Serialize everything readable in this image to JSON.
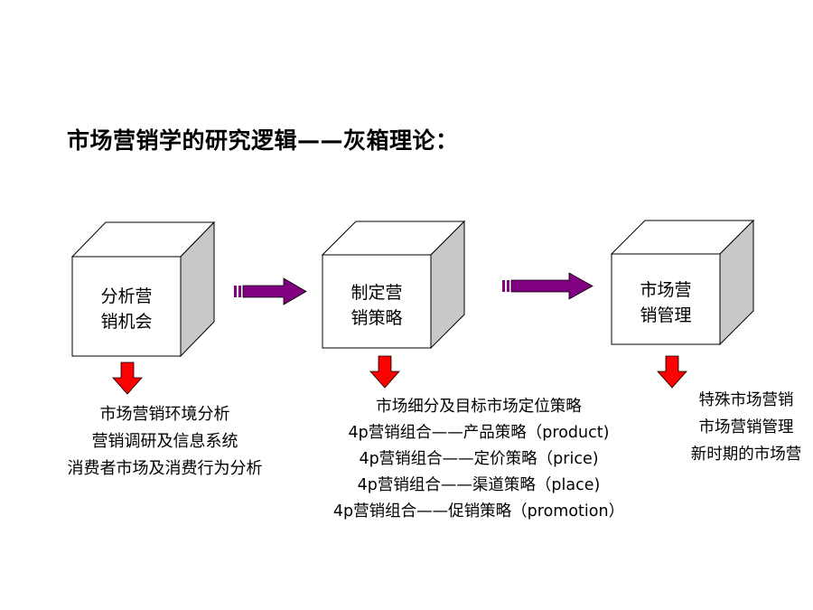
{
  "title": "市场营销学的研究逻辑——灰箱理论：",
  "colors": {
    "cube_front": "#ffffff",
    "cube_side": "#c8c8c8",
    "cube_stroke": "#000000",
    "right_arrow": "#800080",
    "down_arrow": "#ff0000"
  },
  "steps": [
    {
      "label_lines": [
        "分析营",
        "销机会"
      ],
      "details": [
        "市场营销环境分析",
        "营销调研及信息系统",
        "消费者市场及消费行为分析"
      ]
    },
    {
      "label_lines": [
        "制定营",
        "销策略"
      ],
      "details": [
        "市场细分及目标市场定位策略",
        "4p营销组合——产品策略（product)",
        "4p营销组合——定价策略（price)",
        "4p营销组合——渠道策略（place)",
        "4p营销组合——促销策略（promotion）"
      ]
    },
    {
      "label_lines": [
        "市场营",
        "销管理"
      ],
      "details": [
        "特殊市场营销",
        "市场营销管理",
        "新时期的市场营"
      ]
    }
  ],
  "icons": {
    "right_arrow": "purple-right-arrow-icon",
    "down_arrow": "red-down-arrow-icon"
  }
}
